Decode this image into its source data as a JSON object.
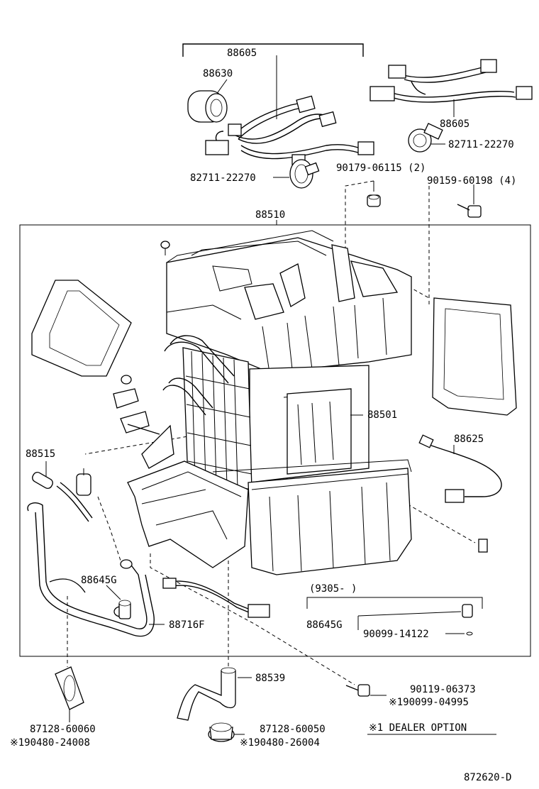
{
  "labels": {
    "p88605_top": "88605",
    "p88630": "88630",
    "p88605_right": "88605",
    "p82711_right": "82711-22270",
    "p82711_left": "82711-22270",
    "p90179": "90179-06115 (2)",
    "p90159": "90159-60198 (4)",
    "p88510": "88510",
    "p88501": "88501",
    "p88515": "88515",
    "p88625": "88625",
    "p88645g_left": "88645G",
    "p88716f": "88716F",
    "p9305": "(9305-     )",
    "p88645g_right": "88645G",
    "p90099": "90099-14122",
    "p88539": "88539",
    "p90119": "90119-06373",
    "p190099": "※190099-04995",
    "p87128_60060": "87128-60060",
    "p190480_24008": "※190480-24008",
    "p87128_60050": "87128-60050",
    "p190480_26004": "※190480-26004",
    "dealer_option": "※1 DEALER OPTION",
    "diagram_code": "872620-D"
  }
}
